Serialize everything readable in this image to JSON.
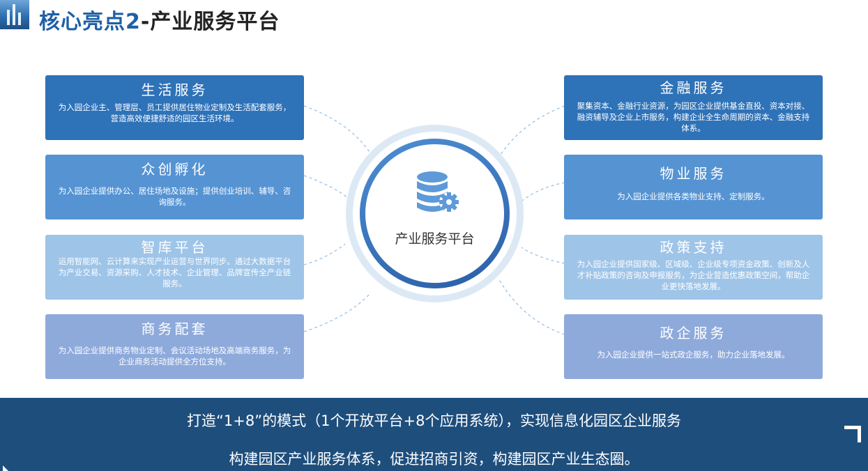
{
  "header": {
    "title_prefix": "核心亮点2",
    "title_suffix": "-产业服务平台"
  },
  "hub": {
    "label": "产业服务平台",
    "icon": "database-gear-icon"
  },
  "left_cards": [
    {
      "title": "生活服务",
      "desc": "为入园企业主、管理层、员工提供居住物业定制及生活配套服务，营造高效便捷舒适的园区生活环境。"
    },
    {
      "title": "众创孵化",
      "desc": "为入园企业提供办公、居住场地及设施；提供创业培训、辅导、咨询服务。"
    },
    {
      "title": "智库平台",
      "desc": "运用智能网、云计算来实现产业运营与世界同步。通过大数据平台为产业交易、资源采购、人才技术、企业管理、品牌宣传全产业链服务。"
    },
    {
      "title": "商务配套",
      "desc": "为入园企业提供商务物业定制、会议活动场地及高端商务服务，为企业商务活动提供全方位支持。"
    }
  ],
  "right_cards": [
    {
      "title": "金融服务",
      "desc": "聚集资本、金融行业资源，为园区企业提供基金直投、资本对接、融资辅导及企业上市服务，构建企业全生命周期的资本、金融支持体系。"
    },
    {
      "title": "物业服务",
      "desc": "为入园企业提供各类物业支持、定制服务。"
    },
    {
      "title": "政策支持",
      "desc": "为入园企业提供国家级、区域级、企业级专项资金政策、创新及人才补贴政策的咨询及申报服务，为企业营造优惠政策空间，帮助企业更快落地发展。"
    },
    {
      "title": "政企服务",
      "desc": "为入园企业提供一站式政企服务，助力企业落地发展。"
    }
  ],
  "footer": {
    "line1": "打造“1+8”的模式（1个开放平台+8个应用系统），实现信息化园区企业服务",
    "line2": "构建园区产业服务体系，促进招商引资，构建园区产业生态圈。"
  },
  "colors": {
    "card_dark": "#2e72b8",
    "card_mid": "#5593d3",
    "card_light": "#9ec4e8",
    "card_lavender": "#8eaadb",
    "footer": "#1e4e7c",
    "accent": "#1f5fa6"
  }
}
